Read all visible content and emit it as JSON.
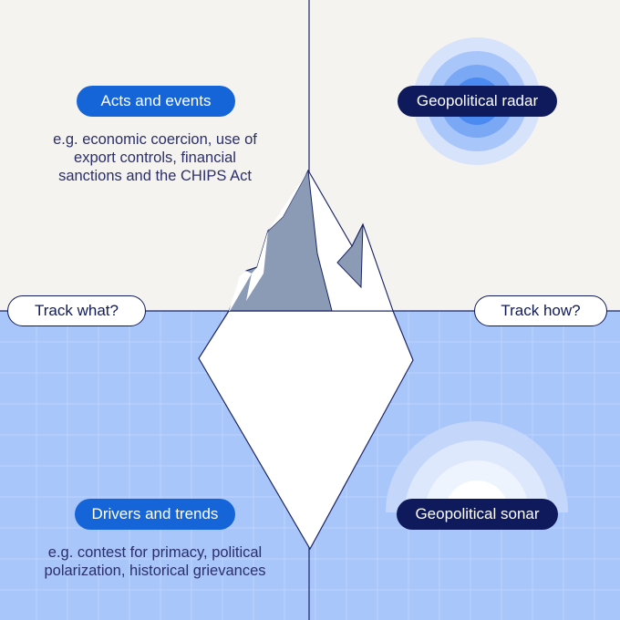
{
  "labels": {
    "acts_and_events": "Acts and events",
    "geopolitical_radar": "Geopolitical radar",
    "track_what": "Track what?",
    "track_how": "Track how?",
    "drivers_and_trends": "Drivers and trends",
    "geopolitical_sonar": "Geopolitical sonar"
  },
  "descriptions": {
    "acts_and_events": [
      "e.g. economic coercion, use of",
      "export controls, financial",
      "sanctions and the CHIPS Act"
    ],
    "drivers_and_trends": [
      "e.g. contest for primacy, political",
      "polarization, historical grievances"
    ]
  },
  "colors": {
    "above_water": "#f4f3ef",
    "below_water": "#a9c6fb",
    "grid": "#bcd3fc",
    "pill_blue": "#1565d8",
    "pill_navy": "#0f1a5c",
    "iceberg_shadow": "#8c9bb5",
    "line": "#1b2565"
  }
}
